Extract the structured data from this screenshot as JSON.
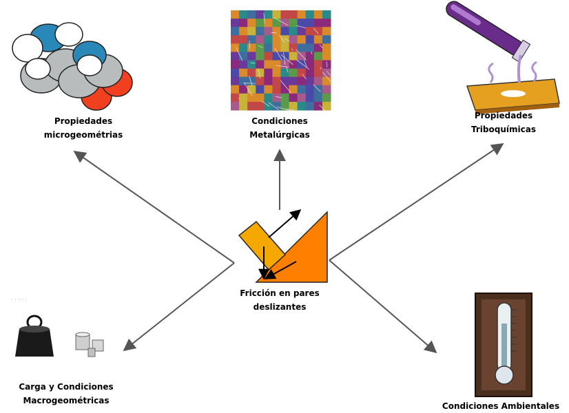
{
  "center": {
    "lines": [
      "Fricción en pares",
      "deslizantes"
    ]
  },
  "nodes": {
    "micro": {
      "lines": [
        "Propiedades",
        "microgeométrias"
      ]
    },
    "metal": {
      "lines": [
        "Condiciones",
        "Metalúrgicas"
      ]
    },
    "tribo": {
      "lines": [
        "Propiedades",
        "Triboquímicas"
      ]
    },
    "carga": {
      "lines": [
        "Carga y Condiciones",
        "Macrogeométricas"
      ]
    },
    "ambient": {
      "lines": [
        "Condiciones Ambientales"
      ]
    }
  },
  "colors": {
    "arrow": "#555555",
    "triangle": "#ff8000",
    "square": "#f5a800",
    "mosaic_palette": [
      "#8b2a7a",
      "#3d6e9e",
      "#c24848",
      "#5a9a4a",
      "#d98a2a",
      "#6a3a9a",
      "#2a8a8a",
      "#a85a8a",
      "#4a4aa8",
      "#c9b23a"
    ]
  },
  "icons": [
    "molecule-icon",
    "metal-grain-icon",
    "test-tube-icon",
    "weights-icon",
    "thermometer-icon",
    "friction-block-icon"
  ]
}
